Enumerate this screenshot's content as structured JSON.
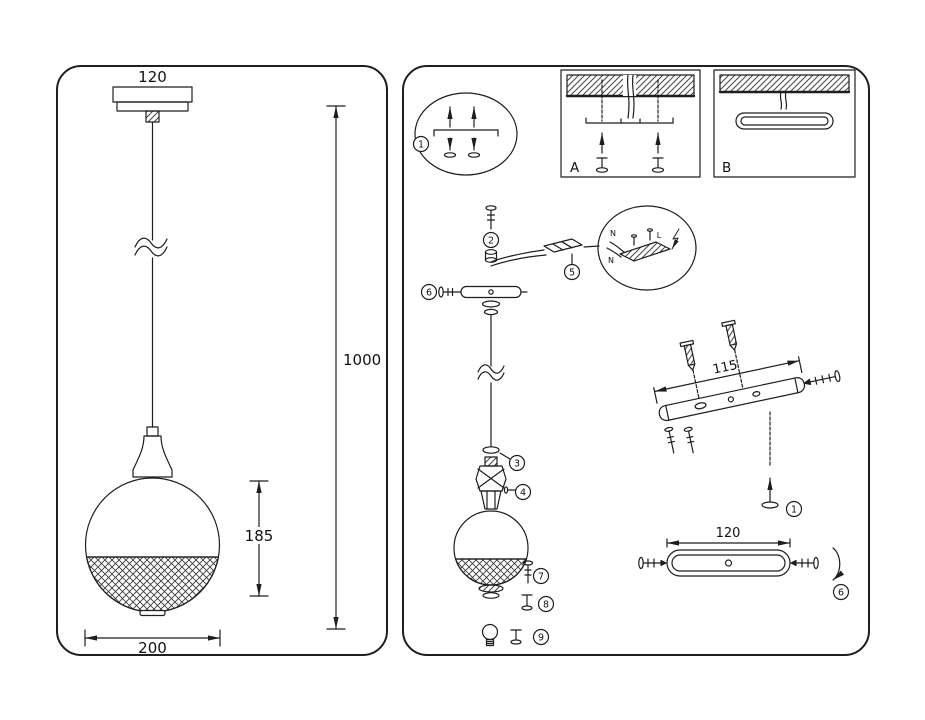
{
  "left_panel": {
    "dims": {
      "canopy_width": "120",
      "suspension_height": "1000",
      "shade_height": "185",
      "shade_diameter": "200"
    }
  },
  "right_panel": {
    "callouts": {
      "mount_step": "1",
      "step2": "2",
      "step3": "3",
      "step4": "4",
      "step5": "5",
      "step6": "6",
      "step7": "7",
      "step8": "8",
      "step9": "9",
      "bracket_step": "1",
      "plate_step": "6"
    },
    "options": {
      "option_a": "A",
      "option_b": "B"
    },
    "wiring_detail": {
      "n_top": "N",
      "n_bottom": "N",
      "l": "L"
    },
    "dims": {
      "bracket_length": "115",
      "plate_width": "120"
    }
  }
}
